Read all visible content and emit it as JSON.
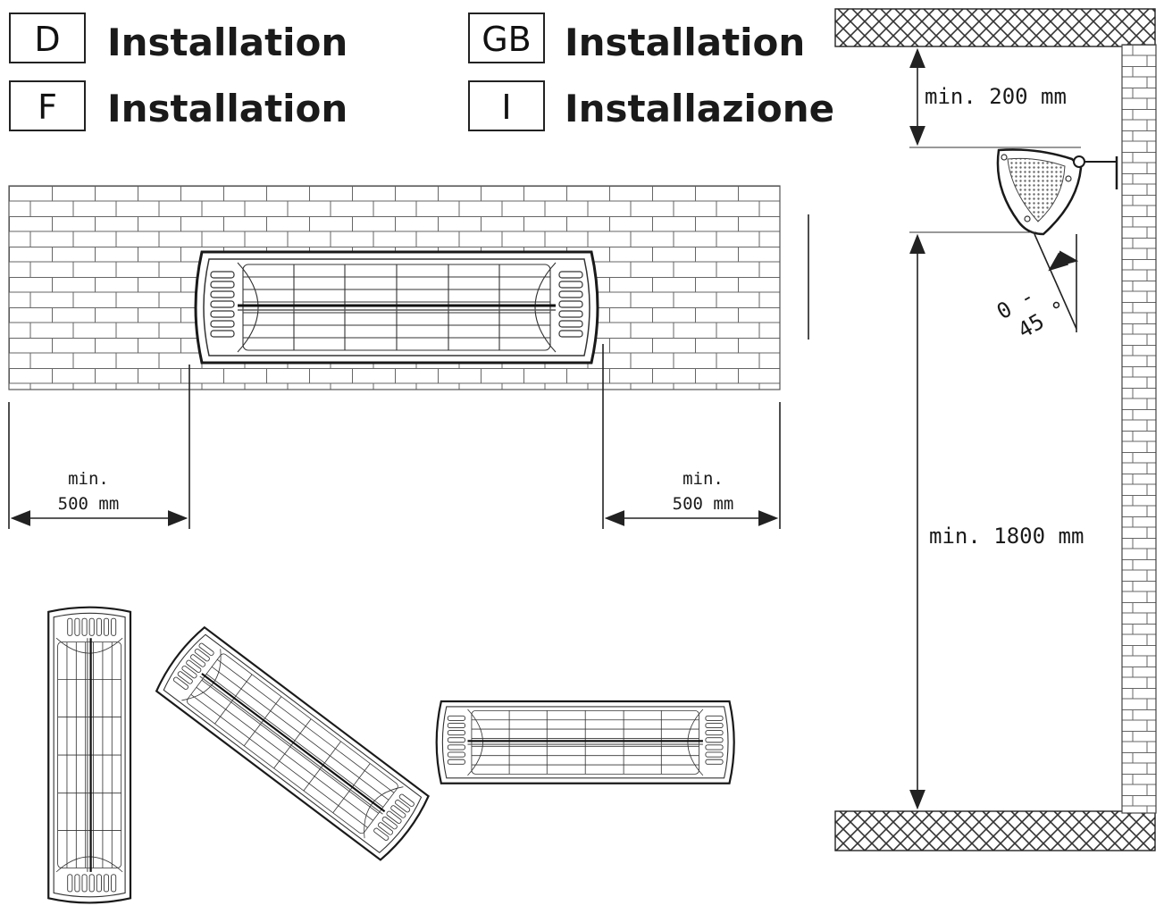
{
  "headings": [
    {
      "code": "D",
      "title": "Installation"
    },
    {
      "code": "F",
      "title": "Installation"
    },
    {
      "code": "GB",
      "title": "Installation"
    },
    {
      "code": "I",
      "title": "Installazione"
    }
  ],
  "front_view": {
    "left_clearance": {
      "line1": "min.",
      "line2": "500 mm"
    },
    "right_clearance": {
      "line1": "min.",
      "line2": "500 mm"
    }
  },
  "side_view": {
    "ceiling_clearance": "min. 200 mm",
    "floor_height": "min. 1800 mm",
    "tilt_line1": "0 -",
    "tilt_line2": "45 °"
  },
  "mounting_orientations": [
    "vertical",
    "diagonal",
    "horizontal"
  ]
}
